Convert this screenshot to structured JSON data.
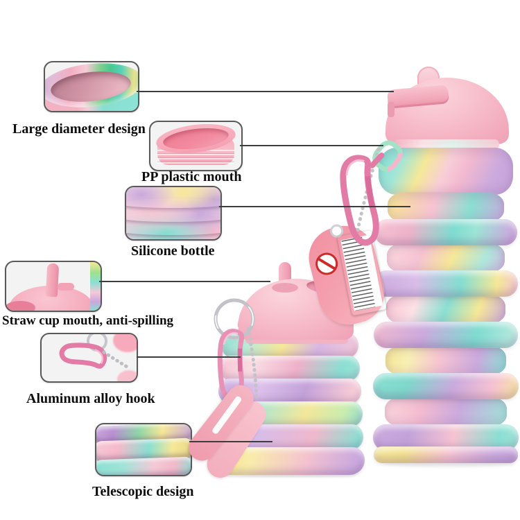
{
  "title_hidden": "",
  "features": [
    {
      "id": "large-diameter",
      "label": "Large diameter design"
    },
    {
      "id": "pp-mouth",
      "label": "PP plastic mouth"
    },
    {
      "id": "silicone",
      "label": "Silicone bottle"
    },
    {
      "id": "straw-cup",
      "label": "Straw cup mouth, anti-spilling"
    },
    {
      "id": "aluminum-hook",
      "label": "Aluminum alloy hook"
    },
    {
      "id": "telescopic",
      "label": "Telescopic design"
    }
  ],
  "palette": {
    "background": "#ffffff",
    "cap_pink": "#f6b8c6",
    "deep_pink": "#ef8fa5",
    "teal": "#7edcd0",
    "mint": "#b7e9b2",
    "yellow": "#f6e897",
    "lavender": "#cbaade",
    "blush": "#f6c6d4",
    "hook_pink": "#e27ba6",
    "chain_silver": "#c6c6cc",
    "leader_line": "#3d3d3d",
    "card_border": "#595959",
    "label_text": "#0d0d0d",
    "prohibition_red": "#cf2a2a"
  },
  "objects": {
    "expanded_bottle": "collapsible silicone bottle, expanded",
    "collapsed_bottle": "collapsible silicone bottle, collapsed",
    "hang_tag": "pink hang tag with label",
    "carabiner": "pink aluminum carabiner with ball chain"
  }
}
